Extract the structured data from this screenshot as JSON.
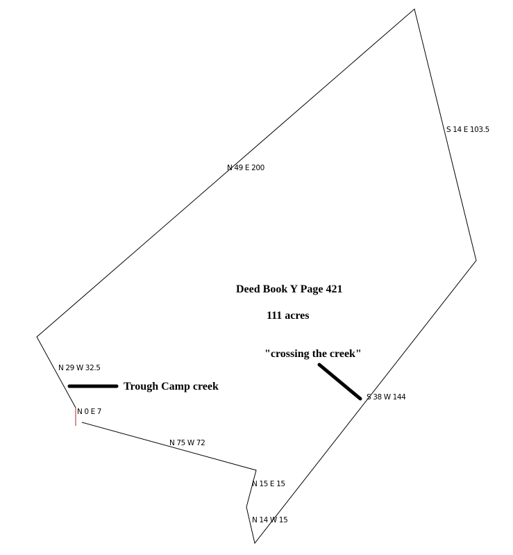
{
  "title": "Deed Book Y Page 421",
  "acreage": "111 acres",
  "annotations": {
    "trough_camp_creek": "Trough Camp creek",
    "crossing_the_creek": "\"crossing the creek\""
  },
  "calls": [
    "N 49 E 200",
    "S 14 E 103.5",
    "S 38 W 144",
    "N 15 E 15",
    "N 14 W 15",
    "N 75 W 72",
    "N 0 E 7",
    "N 29 W 32.5"
  ],
  "colors": {
    "boundary": "#000000",
    "closure_gap": "#b02020",
    "creek": "#000000"
  }
}
